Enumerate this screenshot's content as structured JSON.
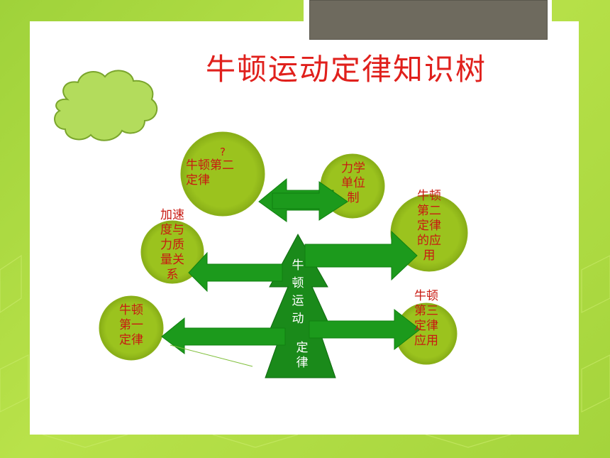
{
  "title": "牛顿运动定律知识树",
  "center": {
    "line1": "牛",
    "line2": "顿",
    "line3": "运",
    "line4": "动",
    "line5": "定",
    "line6": "律"
  },
  "nodes": {
    "second_law": {
      "line0": "?",
      "line1": "牛顿第二",
      "line2": "定律"
    },
    "units": {
      "line1": "力学",
      "line2": "单位",
      "line3": "制"
    },
    "second_law_app": {
      "line1": "牛顿",
      "line2": "第二",
      "line3": "定律",
      "line4": "的应",
      "line5": "用"
    },
    "accel_force_mass": {
      "line1": "加速",
      "line2": "度与",
      "line3": "力质",
      "line4": "量关",
      "line5": "系"
    },
    "first_law": {
      "line1": "牛顿",
      "line2": "第一",
      "line3": "定律"
    },
    "third_law_app": {
      "line1": "牛顿",
      "line2": "第三",
      "line3": "定律",
      "line4": "应用"
    }
  },
  "colors": {
    "node_fill": "#9bc31e",
    "arrow_fill": "#1c9a1c",
    "tree_fill": "#1a8a1a",
    "label": "#c81a12",
    "title": "#e0201c"
  }
}
